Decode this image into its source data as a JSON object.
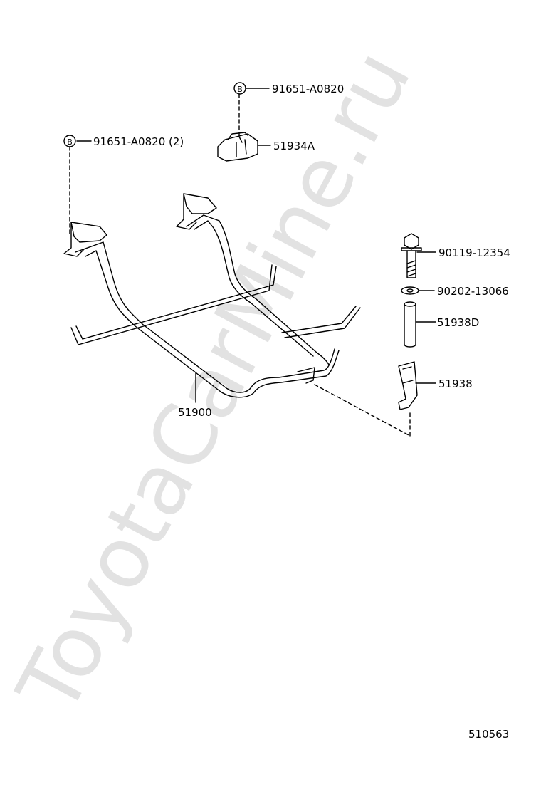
{
  "watermark": "ToyotaCarMine.ru",
  "callout_symbol": "B",
  "parts": [
    {
      "id": "b1",
      "number": "91651-A0820",
      "name": "bolt-b-callout"
    },
    {
      "id": "b2",
      "number": "91651-A0820 (2)",
      "name": "bolt-b-callout-qty2"
    },
    {
      "id": "bracket",
      "number": "51934A",
      "name": "bracket-part"
    },
    {
      "id": "bolt",
      "number": "90119-12354",
      "name": "hex-bolt-part"
    },
    {
      "id": "washer",
      "number": "90202-13066",
      "name": "washer-part"
    },
    {
      "id": "spacer",
      "number": "51938D",
      "name": "spacer-tube-part"
    },
    {
      "id": "hook",
      "number": "51938",
      "name": "hanger-hook-part"
    },
    {
      "id": "carrier",
      "number": "51900",
      "name": "spare-tire-carrier-frame"
    }
  ],
  "diagram_ref": "510563",
  "colors": {
    "line": "#000000",
    "watermark": "#e2e2e2",
    "background": "#ffffff"
  }
}
